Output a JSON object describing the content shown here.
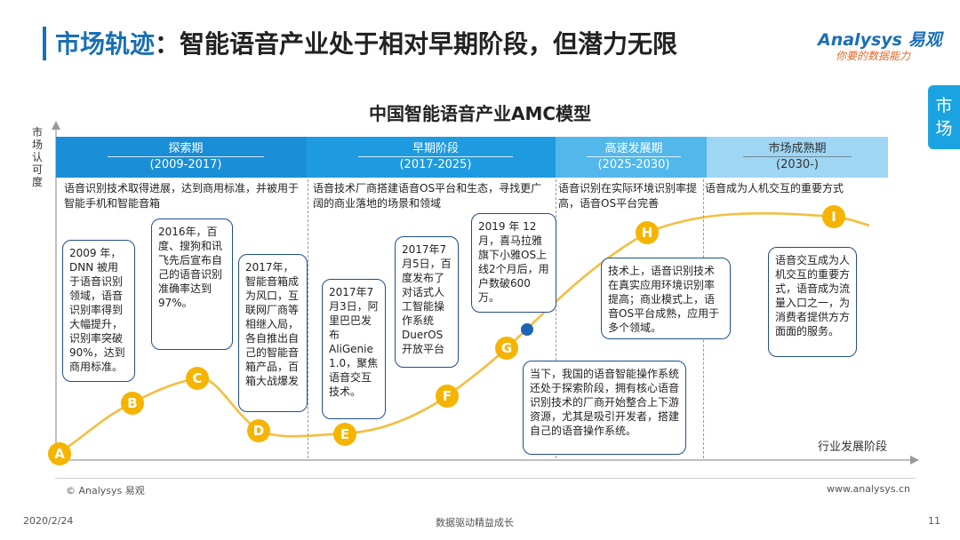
{
  "header": {
    "title_highlight": "市场轨迹",
    "title_rest": "：智能语音产业处于相对早期阶段，但潜力无限",
    "logo_main": "Analysys 易观",
    "logo_tagline": "你要的数据能力"
  },
  "side_tab": {
    "label": "市场"
  },
  "diagram": {
    "title": "中国智能语音产业AMC模型",
    "y_axis_label": "市场认可度",
    "x_axis_label": "行业发展阶段",
    "phases": [
      {
        "name": "探索期",
        "range": "(2009-2017)",
        "color": "#1a8ed6",
        "description": "语音识别技术取得进展，达到商用标准，并被用于智能手机和智能音箱"
      },
      {
        "name": "早期阶段",
        "range": "(2017-2025)",
        "color": "#1e9be0",
        "description": "语音技术厂商搭建语音OS平台和生态，寻找更广阔的商业落地的场景和领域"
      },
      {
        "name": "高速发展期",
        "range": "(2025-2030)",
        "color": "#52b8ec",
        "description": "语音识别在实际环境识别率提高，语音OS平台完善"
      },
      {
        "name": "市场成熟期",
        "range": "(2030-)",
        "color": "#9fd6f4",
        "description": "语音成为人机交互的重要方式"
      }
    ],
    "markers": [
      "A",
      "B",
      "C",
      "D",
      "E",
      "F",
      "G",
      "H",
      "I"
    ],
    "callouts": {
      "a": "2009 年，DNN 被用于语音识别领域，语音识别率得到大幅提升，识别率突破90%，达到商用标准。",
      "c": "2016年，百度、搜狗和讯飞先后宣布自己的语音识别准确率达到97%。",
      "d": "2017年，智能音箱成为风口，互联网厂商等相继入局，各自推出自己的智能音箱产品，百箱大战爆发",
      "e": "2017年7月3日，阿里巴巴发布AliGenie 1.0，聚焦语音交互技术。",
      "f": "2017年7月5日，百度发布了对话式人工智能操作系统DuerOS开放平台",
      "g": "2019 年 12 月，喜马拉雅旗下小雅OS上线2个月后，用户数破600万。",
      "now": "当下，我国的语音智能操作系统还处于探索阶段，拥有核心语音识别技术的厂商开始整合上下游资源，尤其是吸引开发者，搭建自己的语音操作系统。",
      "h": "技术上，语音识别技术在真实应用环境识别率提高；商业模式上，语音OS平台成熟，应用于多个领域。",
      "i": "语音交互成为人机交互的重要方式，语音成为流量入口之一，为消费者提供方方面面的服务。"
    }
  },
  "footer": {
    "copyright": "© Analysys 易观",
    "website": "www.analysys.cn",
    "date": "2020/2/24",
    "slogan": "数据驱动精益成长",
    "page": "11"
  }
}
